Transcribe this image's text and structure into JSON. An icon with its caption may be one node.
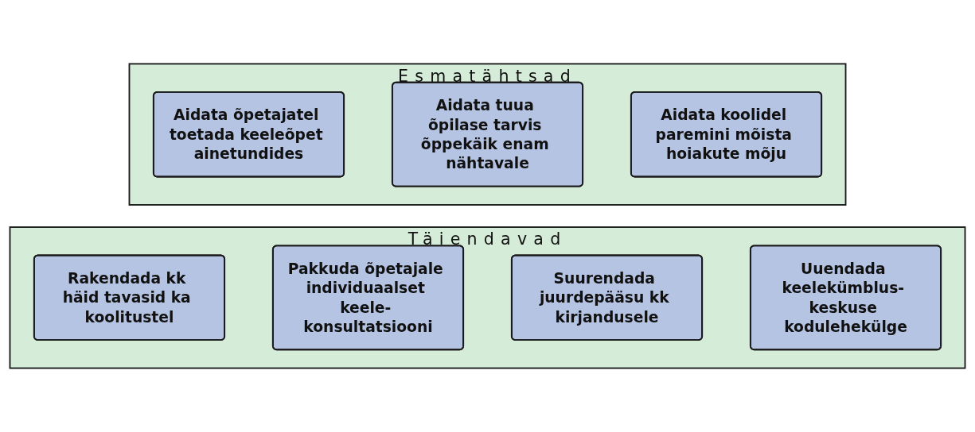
{
  "diagram": {
    "nodes": [
      {
        "text": [
          "Esmatähtsad"
        ]
      },
      {
        "text": [
          "Aidata õpetajatel toetada keeleõpet ainetundides"
        ],
        "in": 0
      },
      {
        "text": [
          "Aidata tuua õpilase tarvis õppekäik enam nähtavale"
        ],
        "in": 0
      },
      {
        "text": [
          "Aidata koolidel paremini mõista hoiakute mõju"
        ],
        "in": 0
      },
      {
        "text": [
          "Täiendavad"
        ]
      },
      {
        "text": [
          "Rakendada kk häid tavasid ka koolitustel"
        ],
        "in": 4
      },
      {
        "text": [
          "Pakkuda õpetajale individuaalset keele- konsultatsiooni"
        ],
        "in": 4
      },
      {
        "text": [
          "Suurendada juurdepääsu kk kirjandusele"
        ],
        "in": 4
      },
      {
        "text": [
          "Uuendada keelekümblus- keskuse kodulehekülge"
        ],
        "in": 4
      }
    ],
    "edges": []
  }
}
